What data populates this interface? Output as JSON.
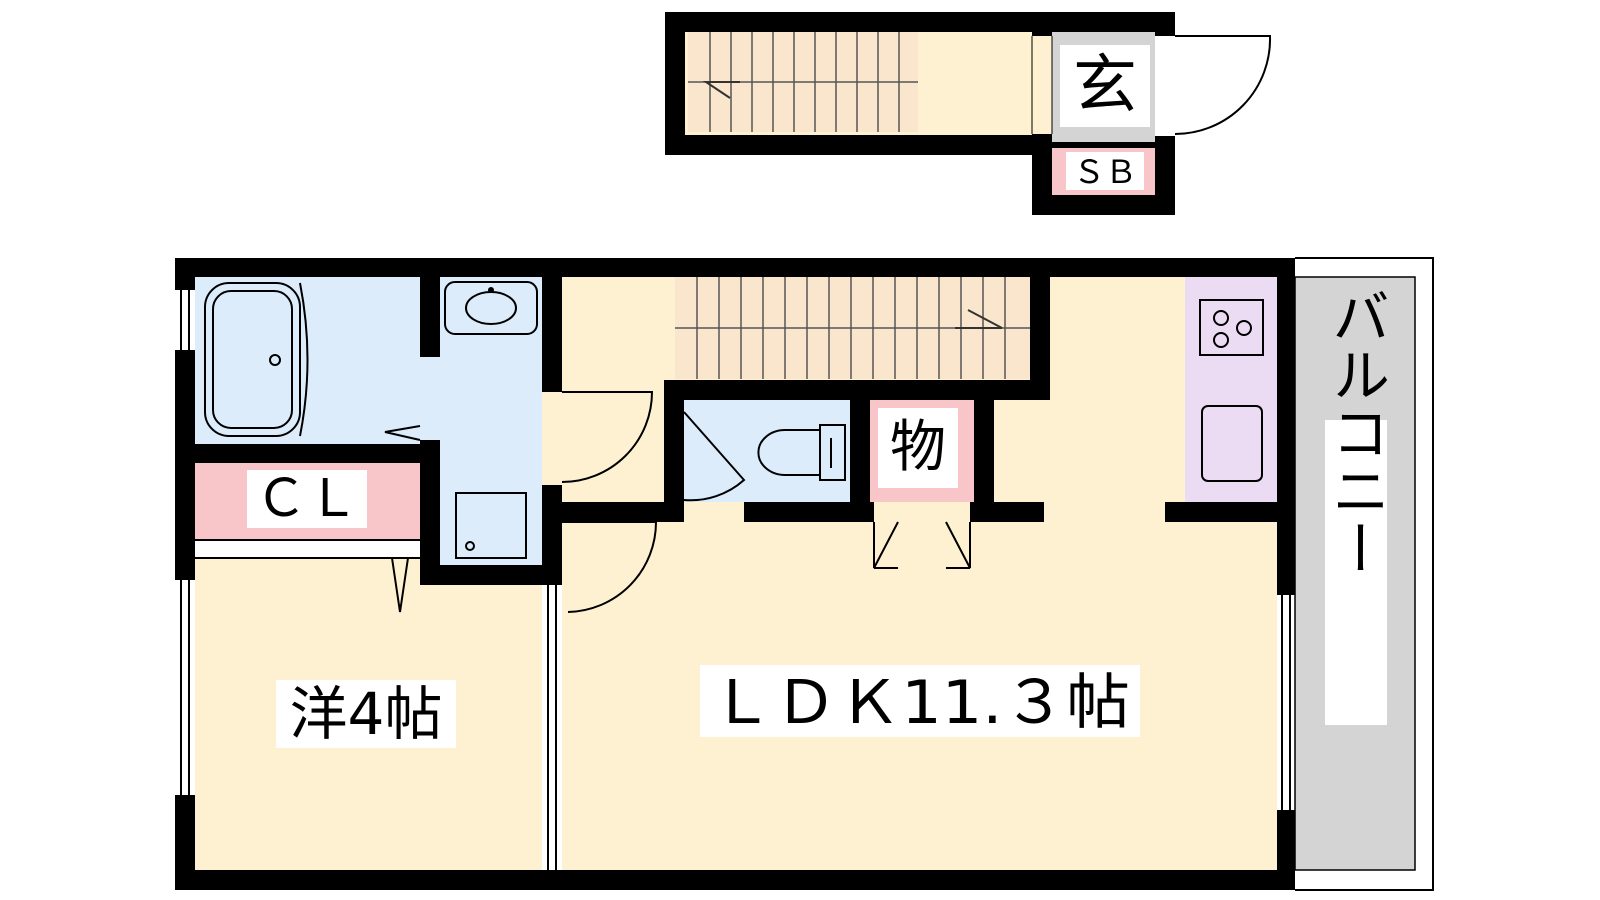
{
  "floor_plan": {
    "labels": {
      "entrance": "玄",
      "shoe_box": "ＳＢ",
      "closet": "ＣＬ",
      "storage": "物",
      "western_room": "洋4帖",
      "ldk": "ＬＤＫ11.３帖",
      "balcony": "バルコニー"
    },
    "colors": {
      "wall": "#000000",
      "room_floor": "#fdf1d2",
      "wet_area": "#dcecfb",
      "storage_pink": "#f8c5c8",
      "kitchen": "#ecdcf3",
      "entrance_tile": "#d4d4d4",
      "balcony": "#d4d4d4",
      "stairs": "#f9e6cd"
    }
  }
}
